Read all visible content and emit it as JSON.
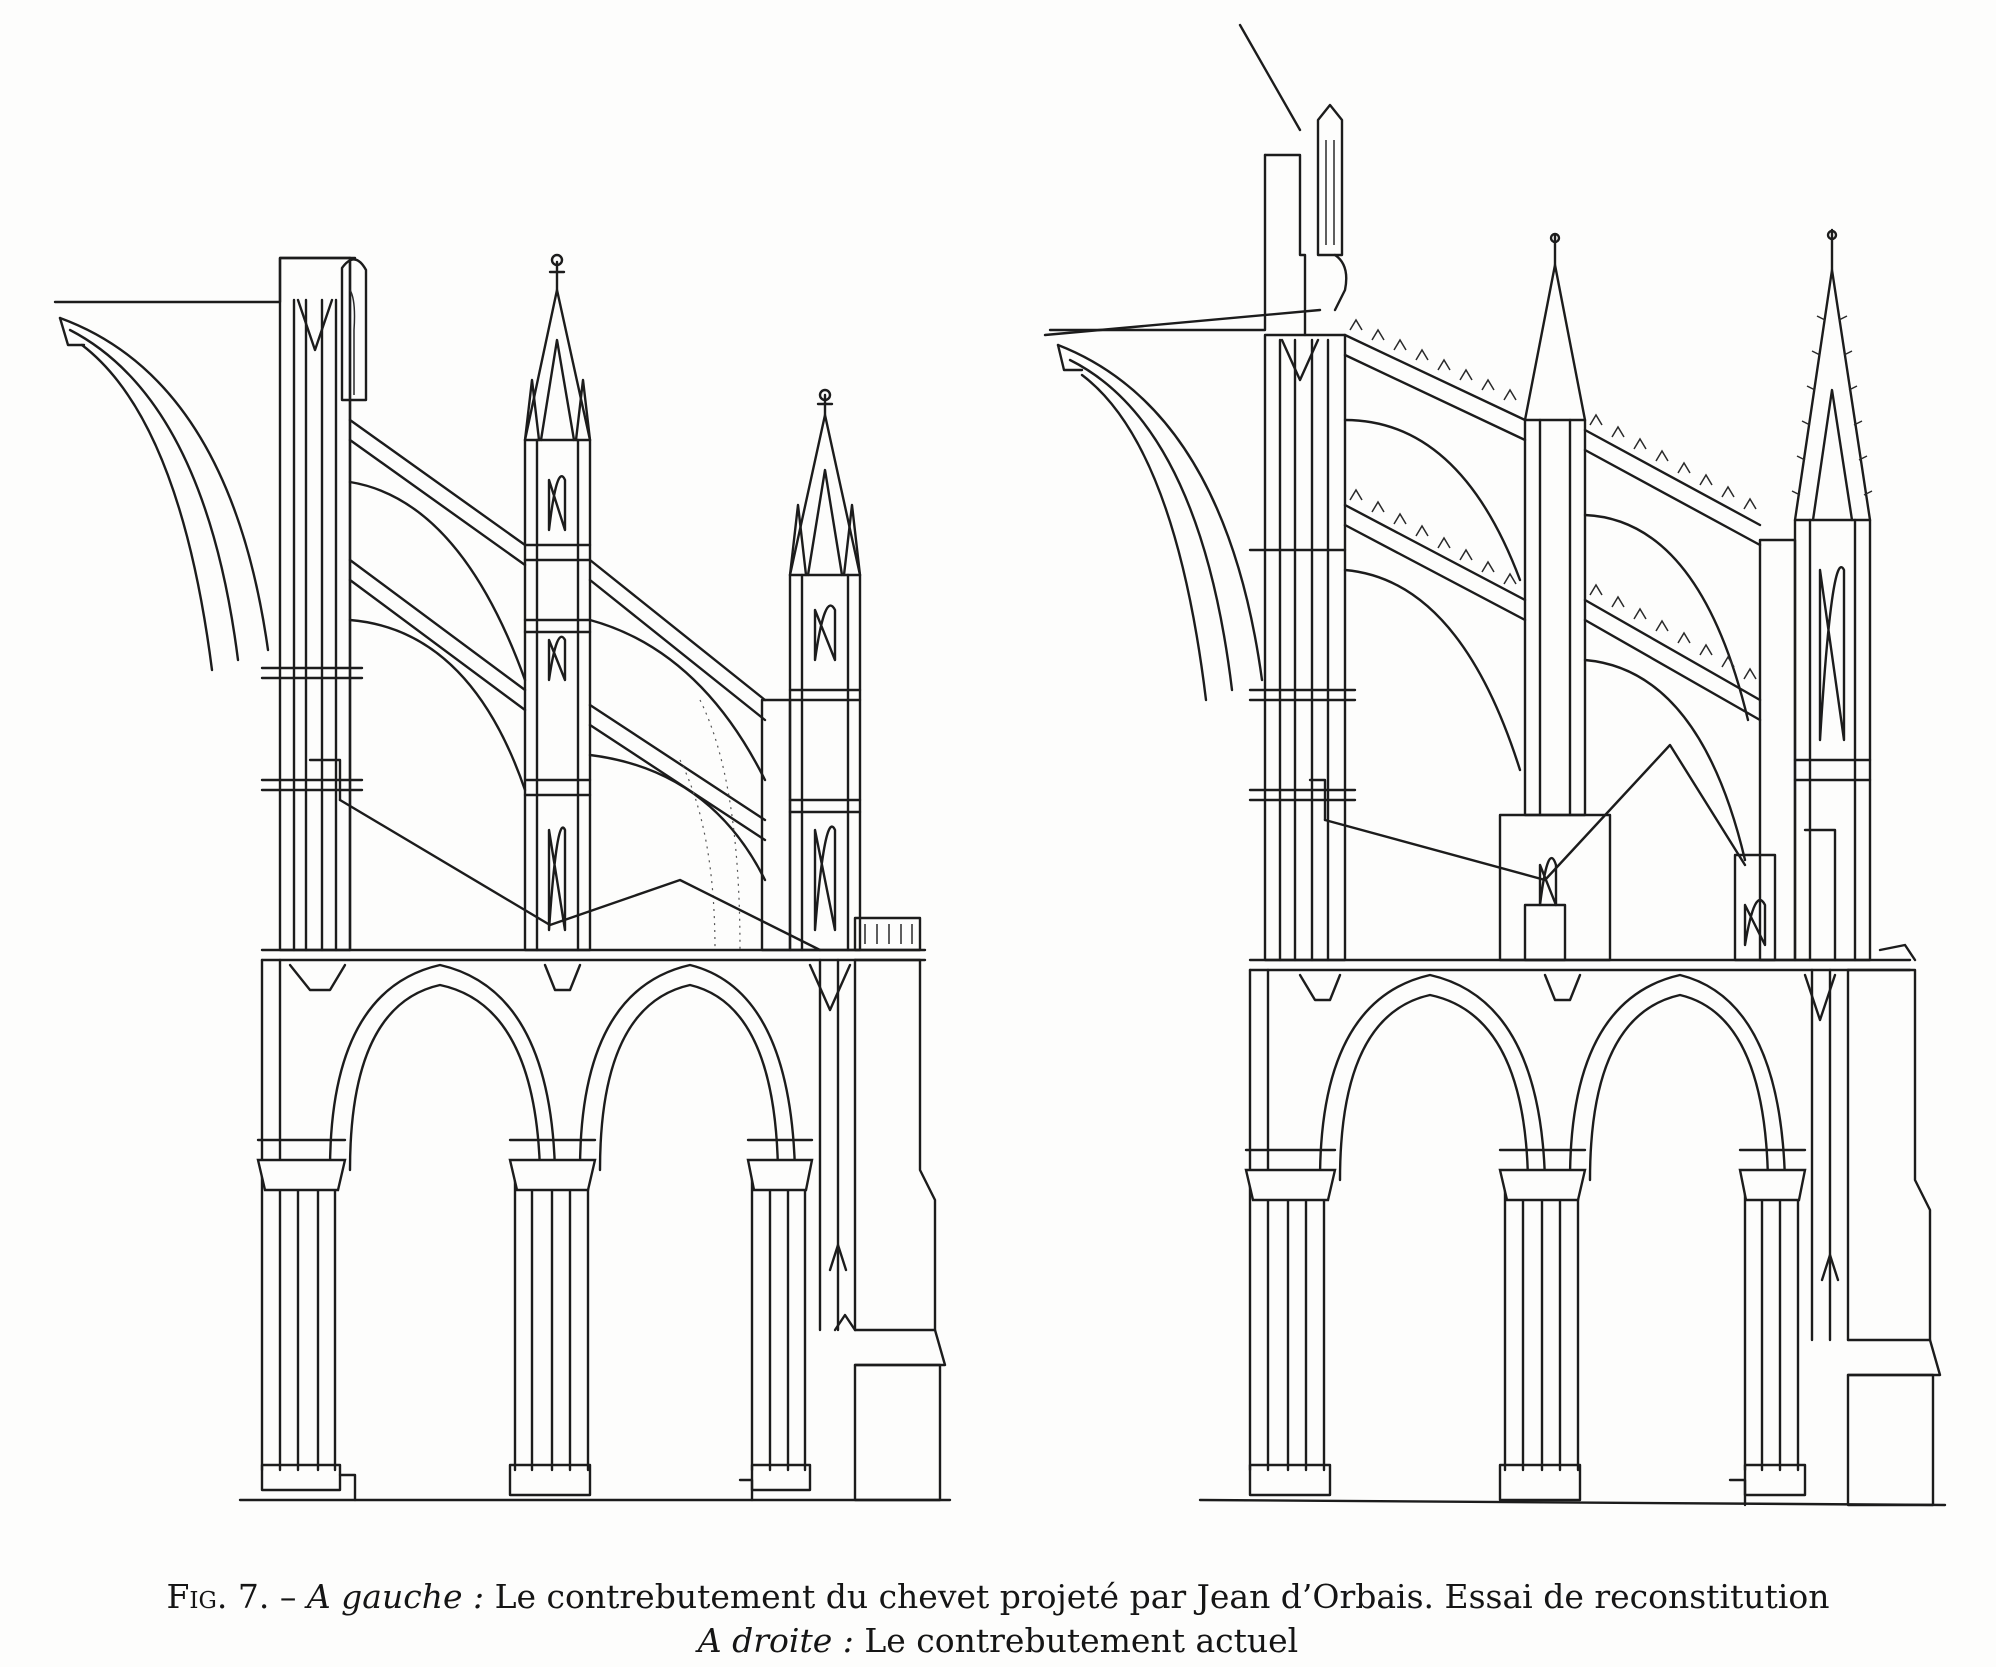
{
  "caption": {
    "figure_label": "Fig. 7.",
    "dash": "–",
    "left_label": "A gauche :",
    "left_text": "Le contrebutement du chevet projeté par Jean d’Orbais. Essai de reconstitution",
    "right_label": "A droite :",
    "right_text": "Le contrebutement actuel"
  },
  "colors": {
    "ink": "#1c1c1c",
    "paper": "#fdfdfc"
  }
}
